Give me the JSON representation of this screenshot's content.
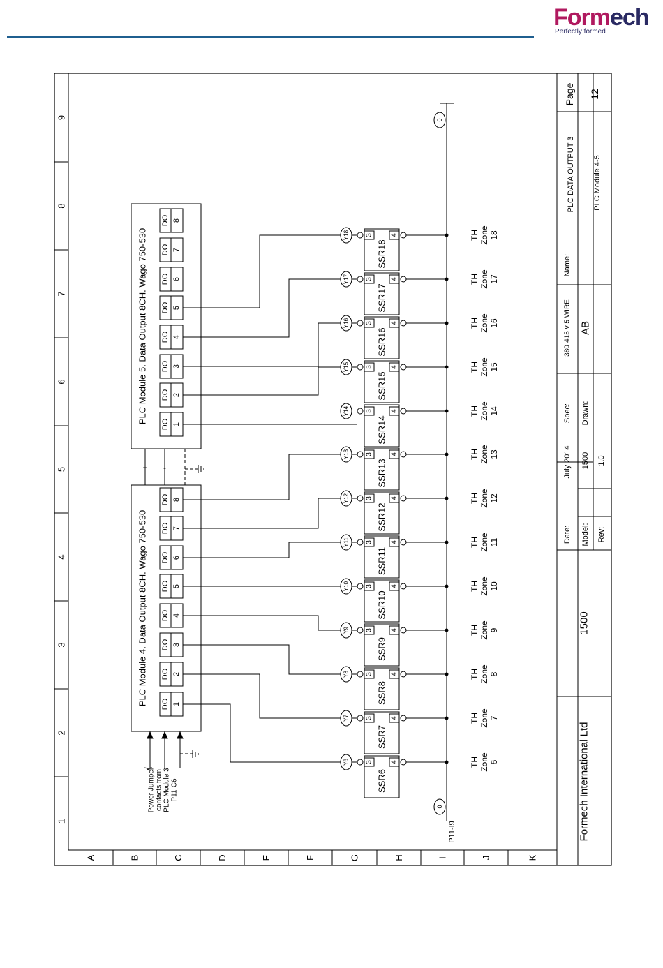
{
  "header": {
    "logo_part1": "Form",
    "logo_part2": "ech",
    "tagline": "Perfectly formed"
  },
  "border": {
    "columns": [
      "1",
      "2",
      "3",
      "4",
      "5",
      "6",
      "7",
      "8",
      "9"
    ],
    "rows": [
      "A",
      "B",
      "C",
      "D",
      "E",
      "F",
      "G",
      "H",
      "I",
      "J",
      "K"
    ]
  },
  "modules": [
    {
      "title": "PLC Module 4.  Data Output 8CH.  Wago 750-530",
      "outputs": [
        [
          "DO",
          "1"
        ],
        [
          "DO",
          "2"
        ],
        [
          "DO",
          "3"
        ],
        [
          "DO",
          "4"
        ],
        [
          "DO",
          "5"
        ],
        [
          "DO",
          "6"
        ],
        [
          "DO",
          "7"
        ],
        [
          "DO",
          "8"
        ]
      ]
    },
    {
      "title": "PLC Module 5.  Data Output 8CH.  Wago 750-530",
      "outputs": [
        [
          "DO",
          "1"
        ],
        [
          "DO",
          "2"
        ],
        [
          "DO",
          "3"
        ],
        [
          "DO",
          "4"
        ],
        [
          "DO",
          "5"
        ],
        [
          "DO",
          "6"
        ],
        [
          "DO",
          "7"
        ],
        [
          "DO",
          "8"
        ]
      ]
    }
  ],
  "power": {
    "note": [
      "Power Jumper",
      "contacts from",
      "PLC Module 3",
      "P11-C6"
    ],
    "plus": "+",
    "minus": "-"
  },
  "rail": {
    "left_label": "P11-I9",
    "marker": "0"
  },
  "ssrs": [
    {
      "wire": "Y6",
      "name": "SSR6",
      "pin3": "3",
      "pin4": "4",
      "load": [
        "TH",
        "Zone",
        "6"
      ]
    },
    {
      "wire": "Y7",
      "name": "SSR7",
      "pin3": "3",
      "pin4": "4",
      "load": [
        "TH",
        "Zone",
        "7"
      ]
    },
    {
      "wire": "Y8",
      "name": "SSR8",
      "pin3": "3",
      "pin4": "4",
      "load": [
        "TH",
        "Zone",
        "8"
      ]
    },
    {
      "wire": "Y9",
      "name": "SSR9",
      "pin3": "3",
      "pin4": "4",
      "load": [
        "TH",
        "Zone",
        "9"
      ]
    },
    {
      "wire": "Y10",
      "name": "SSR10",
      "pin3": "3",
      "pin4": "4",
      "load": [
        "TH",
        "Zone",
        "10"
      ]
    },
    {
      "wire": "Y11",
      "name": "SSR11",
      "pin3": "3",
      "pin4": "4",
      "load": [
        "TH",
        "Zone",
        "11"
      ]
    },
    {
      "wire": "Y12",
      "name": "SSR12",
      "pin3": "3",
      "pin4": "4",
      "load": [
        "TH",
        "Zone",
        "12"
      ]
    },
    {
      "wire": "Y13",
      "name": "SSR13",
      "pin3": "3",
      "pin4": "4",
      "load": [
        "TH",
        "Zone",
        "13"
      ]
    },
    {
      "wire": "Y14",
      "name": "SSR14",
      "pin3": "3",
      "pin4": "4",
      "load": [
        "TH",
        "Zone",
        "14"
      ]
    },
    {
      "wire": "Y15",
      "name": "SSR15",
      "pin3": "3",
      "pin4": "4",
      "load": [
        "TH",
        "Zone",
        "15"
      ]
    },
    {
      "wire": "Y16",
      "name": "SSR16",
      "pin3": "3",
      "pin4": "4",
      "load": [
        "TH",
        "Zone",
        "16"
      ]
    },
    {
      "wire": "Y17",
      "name": "SSR17",
      "pin3": "3",
      "pin4": "4",
      "load": [
        "TH",
        "Zone",
        "17"
      ]
    },
    {
      "wire": "Y18",
      "name": "SSR18",
      "pin3": "3",
      "pin4": "4",
      "load": [
        "TH",
        "Zone",
        "18"
      ]
    }
  ],
  "title_block": {
    "company": "Formech International Ltd",
    "machine": "1500",
    "date_label": "Date:",
    "date": "July 2014",
    "model_label": "Model:",
    "model": "1500",
    "rev_label": "Rev:",
    "rev": "1.0",
    "spec_label": "Spec:",
    "spec": "380-415 v 5 WIRE",
    "drawn_label": "Drawn:",
    "drawn": "AB",
    "name_label": "Name:",
    "name1": "PLC DATA OUTPUT 3",
    "name2": "PLC Module 4-5",
    "page_label": "Page",
    "page": "12"
  }
}
